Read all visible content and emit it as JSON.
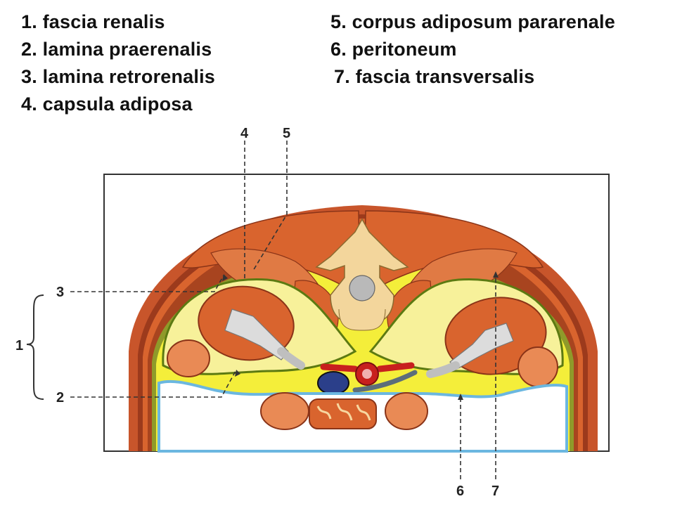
{
  "legend": [
    {
      "id": "1",
      "text": "1. fascia renalis"
    },
    {
      "id": "2",
      "text": "2. lamina praerenalis"
    },
    {
      "id": "3",
      "text": "3. lamina retrorenalis"
    },
    {
      "id": "4",
      "text": "4. capsula adiposa"
    },
    {
      "id": "5",
      "text": "5. corpus adiposum pararenale"
    },
    {
      "id": "6",
      "text": "6. peritoneum"
    },
    {
      "id": "7",
      "text": "7. fascia transversalis"
    }
  ],
  "callouts": {
    "n1": "1",
    "n2": "2",
    "n3": "3",
    "n4": "4",
    "n5": "5",
    "n6": "6",
    "n7": "7"
  },
  "colors": {
    "muscle": "#d9642e",
    "muscle_dark": "#b54a22",
    "muscle_light": "#e98a55",
    "fat": "#f4ee3a",
    "fat_pale": "#f7f19a",
    "fascia": "#6e8e1e",
    "bone": "#f3d69c",
    "peritoneum": "#6bb7e0",
    "vein": "#2b3f8a",
    "artery": "#c8201e"
  }
}
